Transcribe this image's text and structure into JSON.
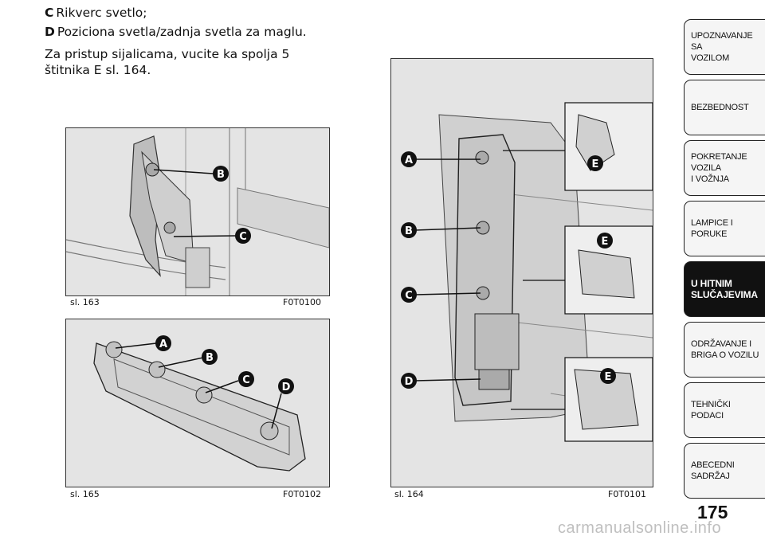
{
  "text": {
    "c_letter": "C",
    "c_text": "Rikverc svetlo;",
    "d_letter": "D",
    "d_text": "Poziciona svetla/zadnja svetla za maglu.",
    "para": "Za pristup sijalicama, vucite ka spolja 5 štitnika E sl. 164."
  },
  "figures": {
    "fig163": {
      "caption": "sl. 163",
      "code": "F0T0100",
      "labels": [
        "B",
        "C"
      ]
    },
    "fig165": {
      "caption": "sl. 165",
      "code": "F0T0102",
      "labels": [
        "A",
        "B",
        "C",
        "D"
      ]
    },
    "fig164": {
      "caption": "sl. 164",
      "code": "F0T0101",
      "labels": [
        "A",
        "B",
        "C",
        "D",
        "E",
        "E",
        "E"
      ]
    }
  },
  "sidebar": {
    "tabs": [
      {
        "label": "UPOZNAVANJE SA\nVOZILOM",
        "active": false
      },
      {
        "label": "BEZBEDNOST",
        "active": false
      },
      {
        "label": "POKRETANJE VOZILA\nI VOŽNJA",
        "active": false
      },
      {
        "label": "LAMPICE I PORUKE",
        "active": false
      },
      {
        "label": "U HITNIM\nSLUČAJEVIMA",
        "active": true
      },
      {
        "label": "ODRŽAVANJE I\nBRIGA O VOZILU",
        "active": false
      },
      {
        "label": "TEHNIČKI PODACI",
        "active": false
      },
      {
        "label": "ABECEDNI SADRŽAJ",
        "active": false
      }
    ]
  },
  "page_number": "175",
  "watermark": "carmanualsonline.info"
}
